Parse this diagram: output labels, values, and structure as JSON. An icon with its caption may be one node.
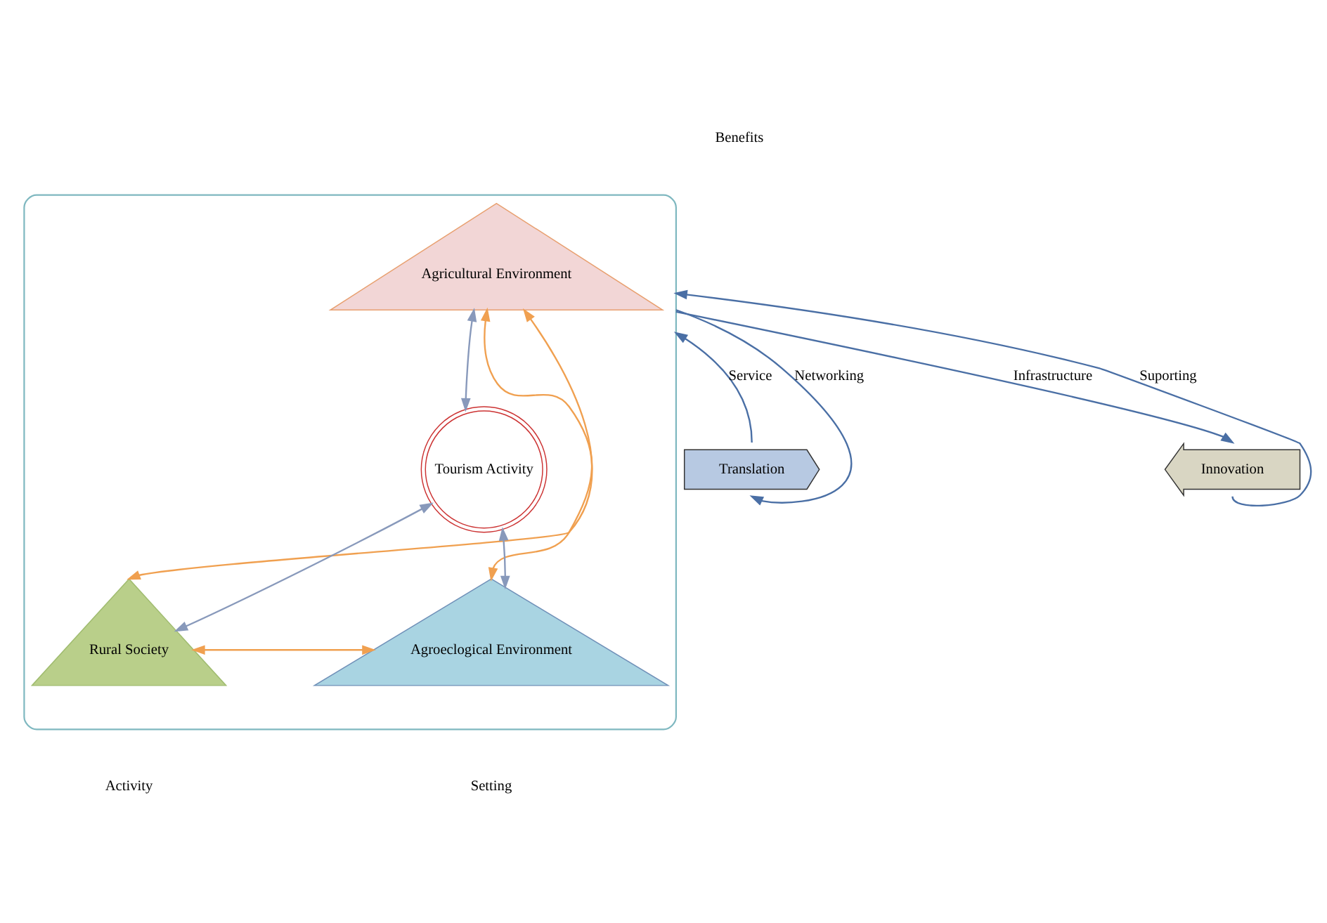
{
  "diagram": {
    "nodes": [
      {
        "text": [],
        "shape": "triangle"
      },
      {
        "text": [
          "Agricultural Environment"
        ],
        "in": 0
      },
      {
        "text": [
          "Tourism Activity"
        ],
        "in": 0
      },
      {
        "text": [
          "Rural Society"
        ],
        "in": 0
      },
      {
        "text": [
          "Agroeclogical Environment"
        ],
        "in": 0
      },
      {
        "text": [
          "Translation"
        ]
      },
      {
        "text": [
          "Innovation"
        ]
      }
    ],
    "edges": [
      {
        "from": 5,
        "to": 0,
        "arrow": "to",
        "label": "Service"
      },
      {
        "from": 0,
        "to": 6,
        "arrow": "to",
        "label": "Infrastructure"
      },
      {
        "from": 6,
        "to": 0,
        "arrow": "to",
        "label": "Suporting"
      },
      {
        "from": 0,
        "to": 5,
        "arrow": "to",
        "label": "Networking"
      },
      {
        "from": 3,
        "to": 1,
        "arrow": "both",
        "color": "#f0a050"
      },
      {
        "from": 1,
        "to": 4,
        "arrow": "both",
        "color": "#f0a050"
      },
      {
        "from": 3,
        "to": 4,
        "arrow": "both",
        "color": "#f0a050"
      },
      {
        "from": 1,
        "to": 2,
        "arrow": "both",
        "color": "#8899bb"
      },
      {
        "from": 3,
        "to": 2,
        "arrow": "both",
        "color": "#8899bb"
      },
      {
        "from": 4,
        "to": 2,
        "arrow": "both",
        "color": "#8899bb"
      }
    ],
    "labels": [
      "Benefits",
      "Activity",
      "Setting"
    ]
  }
}
